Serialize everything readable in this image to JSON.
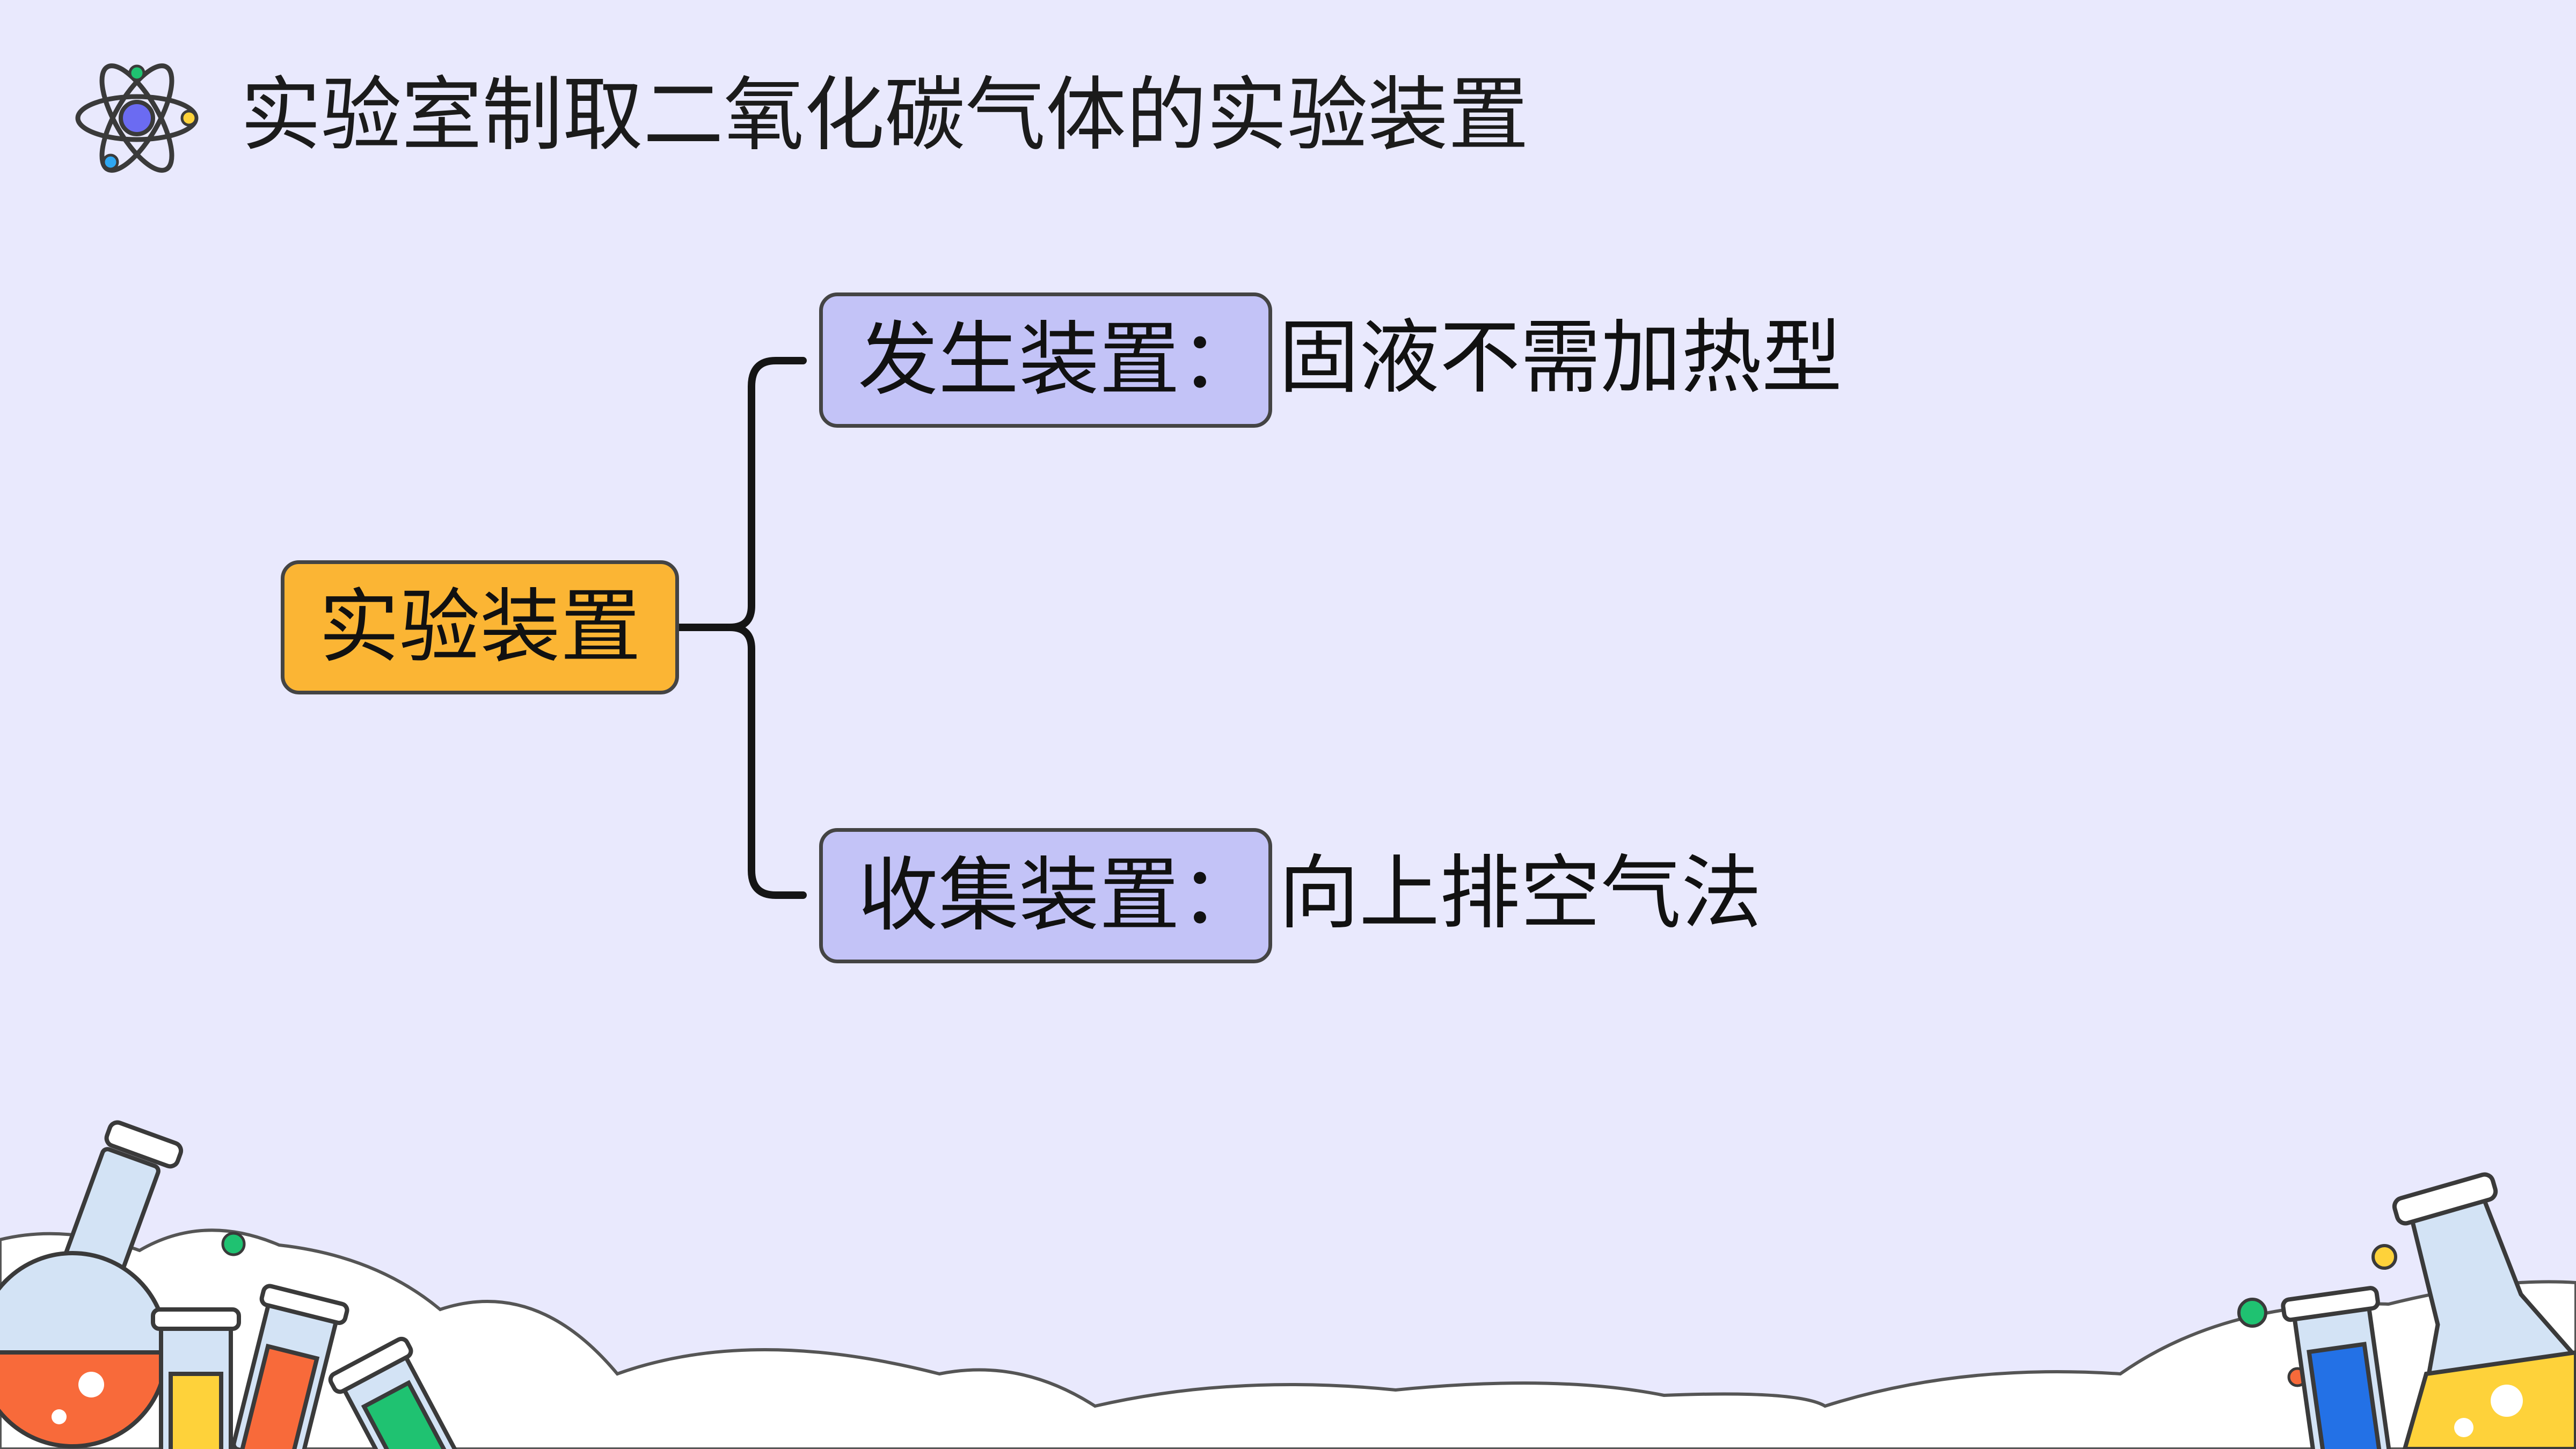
{
  "slide": {
    "title": "实验室制取二氧化碳气体的实验装置",
    "title_icon": "atom-icon"
  },
  "mindmap": {
    "root": {
      "label": "实验装置",
      "color": "#fbb534"
    },
    "branches": [
      {
        "label": "发生装置：",
        "value": "固液不需加热型",
        "color": "#c3c3f7"
      },
      {
        "label": "收集装置：",
        "value": "向上排空气法",
        "color": "#c3c3f7"
      }
    ]
  },
  "decorations": {
    "left": "lab-flasks-illustration",
    "right": "lab-flasks-illustration"
  },
  "colors": {
    "background": "#e9e9fd",
    "cloud": "#ffffff",
    "outline": "#444444",
    "orange_liquid": "#f86a3a",
    "yellow_liquid": "#fed23a",
    "green_liquid": "#1fc271",
    "blue_liquid": "#2371e6"
  }
}
